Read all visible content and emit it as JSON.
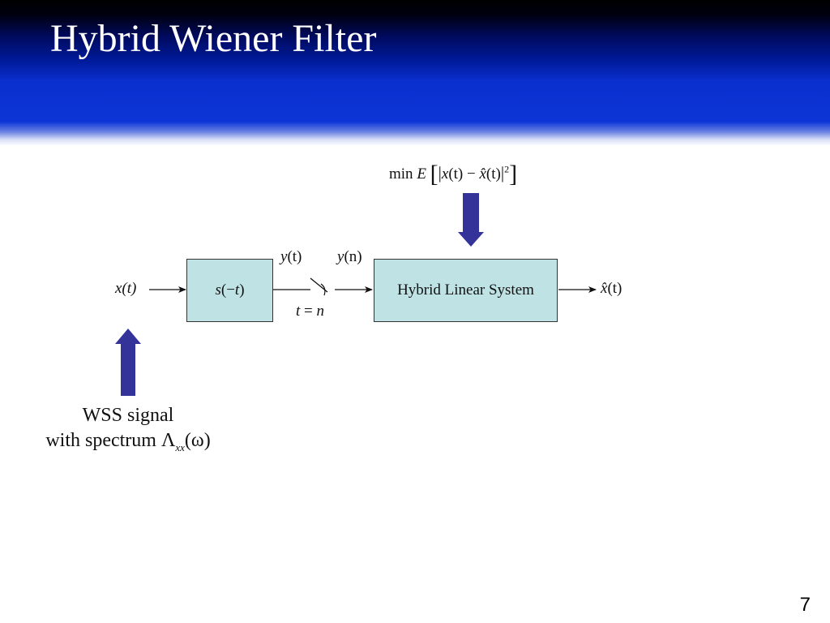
{
  "slide": {
    "title": "Hybrid Wiener Filter",
    "page_number": "7"
  },
  "colors": {
    "header_blue": "#0d35d6",
    "block_fill": "#bfe2e4",
    "arrow_fill": "#333399"
  },
  "diagram": {
    "input_label": "x(t)",
    "block1": {
      "s": "s",
      "arg": "(−",
      "t": "t",
      "close": ")"
    },
    "sampled_out_label": {
      "y": "y",
      "arg": "(t)"
    },
    "discrete_label": {
      "y": "y",
      "arg": "(n)"
    },
    "sampling_label": {
      "lhs": "t",
      "eq": " = ",
      "rhs": "n"
    },
    "block2_label": "Hybrid Linear System",
    "output_label": {
      "x": "x̂",
      "arg": "(t)"
    },
    "criterion": {
      "min": "min ",
      "E": "E",
      "x": "x",
      "t1": "(t) − ",
      "xhat": "x̂",
      "t2": "(t)",
      "exp": "2"
    },
    "input_caption": {
      "line1": "WSS signal",
      "line2_prefix": "with spectrum ",
      "lambda": "Λ",
      "sub": "xx",
      "arg": "(ω)"
    }
  }
}
